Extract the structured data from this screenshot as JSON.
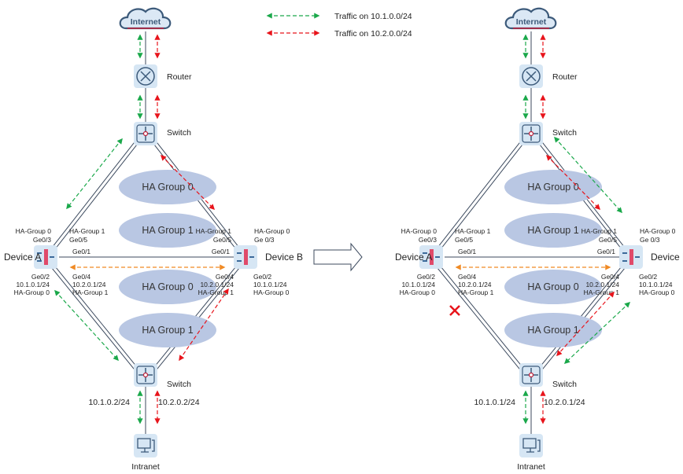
{
  "legend": [
    {
      "label": "Traffic on 10.1.0.0/24",
      "color": "#1aa84a"
    },
    {
      "label": "Traffic on 10.2.0.0/24",
      "color": "#e8141b"
    }
  ],
  "colors": {
    "link": "#3c4a5e",
    "heartbeat": "#f08a24",
    "node_bg": "#d6e6f4",
    "ha_group_fill": "#b9c7e3",
    "failure_mark": "#e8141b"
  },
  "transition_arrow": "right-arrow-icon",
  "panels": [
    {
      "nodes": {
        "internet": "Internet",
        "router": "Router",
        "switch_top": "Switch",
        "device_a": "Device A",
        "device_b": "Device B",
        "switch_bottom": "Switch",
        "intranet": "Intranet"
      },
      "ha_groups": [
        "HA Group 0",
        "HA Group 1",
        "HA Group 0",
        "HA Group 1"
      ],
      "device_a": {
        "top_left": [
          "HA-Group 0",
          "Ge0/3"
        ],
        "top_right": [
          "HA-Group 1",
          "Ge0/5"
        ],
        "link": "Ge0/1",
        "bottom_left": [
          "Ge0/2",
          "10.1.0.1/24",
          "HA-Group 0"
        ],
        "bottom_right": [
          "Ge0/4",
          "10.2.0.1/24",
          "HA-Group 1"
        ]
      },
      "device_b": {
        "top_left": [
          "HA-Group 1",
          "Ge0/5"
        ],
        "top_right": [
          "HA-Group 0",
          "Ge 0/3"
        ],
        "link": "Ge0/1",
        "bottom_left": [
          "Ge0/4",
          "10.2.0.1/24",
          "HA-Group 1"
        ],
        "bottom_right": [
          "Ge0/2",
          "10.1.0.1/24",
          "HA-Group 0"
        ]
      },
      "intranet_ips": [
        "10.1.0.2/24",
        "10.2.0.2/24"
      ],
      "link_failed": false
    },
    {
      "nodes": {
        "internet": "Internet",
        "router": "Router",
        "switch_top": "Switch",
        "device_a": "Device A",
        "device_b": "Device B",
        "switch_bottom": "Switch",
        "intranet": "Intranet"
      },
      "ha_groups": [
        "HA Group 0",
        "HA Group 1",
        "HA Group 0",
        "HA Group 1"
      ],
      "device_a": {
        "top_left": [
          "HA-Group 0",
          "Ge0/3"
        ],
        "top_right": [
          "HA-Group 1",
          "Ge0/5"
        ],
        "link": "Ge0/1",
        "bottom_left": [
          "Ge0/2",
          "10.1.0.1/24",
          "HA-Group 0"
        ],
        "bottom_right": [
          "Ge0/4",
          "10.2.0.1/24",
          "HA-Group 1"
        ]
      },
      "device_b": {
        "top_left": [
          "HA-Group 1",
          "Ge0/5"
        ],
        "top_right": [
          "HA-Group 0",
          "Ge 0/3"
        ],
        "link": "Ge0/1",
        "bottom_left": [
          "Ge0/4",
          "10.2.0.1/24",
          "HA-Group 1"
        ],
        "bottom_right": [
          "Ge0/2",
          "10.1.0.1/24",
          "HA-Group 0"
        ]
      },
      "intranet_ips": [
        "10.1.0.1/24",
        "10.2.0.1/24"
      ],
      "link_failed": true
    }
  ]
}
